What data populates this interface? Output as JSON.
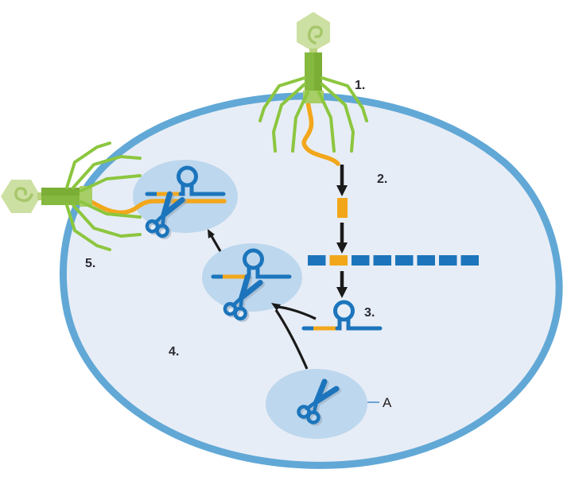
{
  "diagram": {
    "type": "crispr-phage-immunity-cell-diagram",
    "step_labels": [
      "1.",
      "2.",
      "3.",
      "4.",
      "5."
    ],
    "protein_label": "A",
    "crispr_array_segments": [
      "blue",
      "orange",
      "blue",
      "blue",
      "blue",
      "blue",
      "blue",
      "blue"
    ],
    "colors": {
      "membrane": "#61a8d6",
      "cytoplasm": "#e7edf6",
      "blob": "#bdd7ee",
      "dna_blue": "#1c75bc",
      "dna_orange": "#f2a71b",
      "phage_tail": "#86b93f",
      "phage_tail_dark": "#7bae35",
      "phage_baseplate": "#a8ce67",
      "phage_head": "#cde0a3",
      "phage_head_curl": "#a6c76a",
      "phage_legs": "#8cc63f",
      "arrow_black": "#1a1a1a",
      "label_text": "#2a2a32",
      "a_connector": "#5b9bd5"
    }
  }
}
